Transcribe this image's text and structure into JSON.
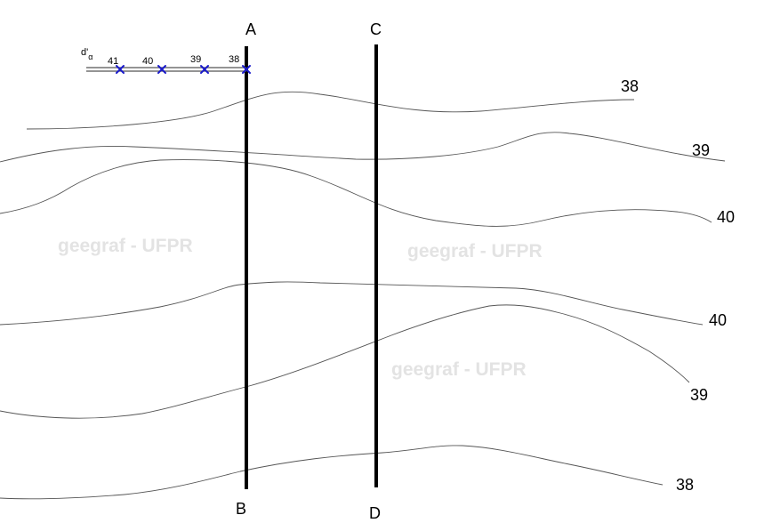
{
  "section_lines": [
    {
      "start": "A",
      "end": "B"
    },
    {
      "start": "C",
      "end": "D"
    }
  ],
  "contours": [
    {
      "label": "38"
    },
    {
      "label": "39"
    },
    {
      "label": "40"
    },
    {
      "label": "40"
    },
    {
      "label": "39"
    },
    {
      "label": "38"
    }
  ],
  "scale_bar": {
    "symbol_main": "d'",
    "symbol_sub": "α",
    "ticks": [
      "41",
      "40",
      "39",
      "38"
    ],
    "marker_color": "#1a1acc"
  },
  "watermarks": [
    "geegraf - UFPR",
    "geegraf - UFPR",
    "geegraf - UFPR"
  ]
}
